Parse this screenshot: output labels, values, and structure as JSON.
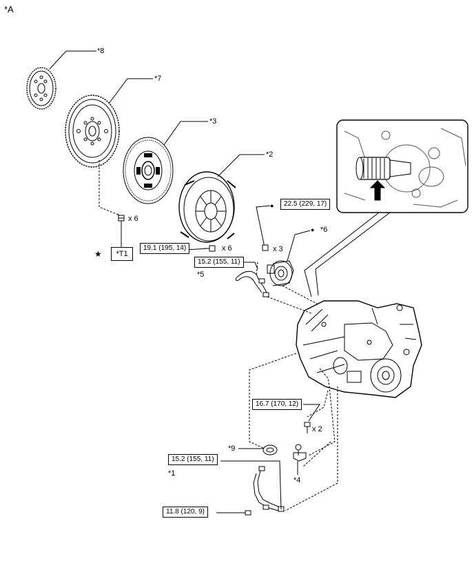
{
  "figure_label": "*A",
  "callouts": {
    "c8": "*8",
    "c7": "*7",
    "c3": "*3",
    "c2": "*2",
    "c6": "*6",
    "c5": "*5",
    "c9": "*9",
    "c1": "*1",
    "c4": "*4",
    "t1": "*T1"
  },
  "torques": {
    "t_22_5": "22.5 (229, 17)",
    "t_19_1": "19.1 (195, 14)",
    "t_15_2_upper": "15.2 (155, 11)",
    "t_16_7": "16.7 (170, 12)",
    "t_15_2_lower": "15.2 (155, 11)",
    "t_11_8": "11.8 (120, 9)"
  },
  "quantities": {
    "q_flywheel_bolts": "x 6",
    "q_cover_bolts": "x 6",
    "q_bearing_bolts": "x 3",
    "q_bracket_bolts": "x 2"
  },
  "symbols": {
    "star": "★",
    "dot_torque": "●",
    "dot_part6": "●"
  }
}
